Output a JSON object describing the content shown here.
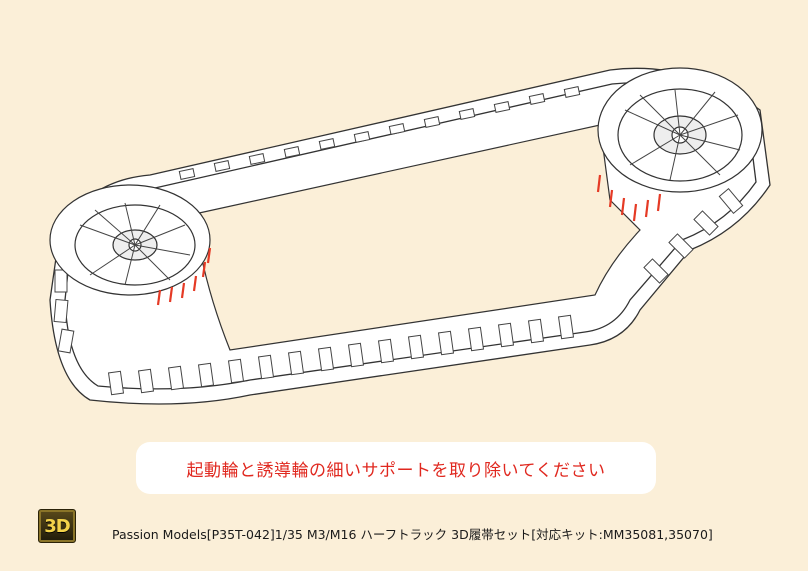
{
  "notice": {
    "text": "起動輪と誘導輪の細いサポートを取り除いてください"
  },
  "badge": {
    "text": "3D"
  },
  "caption": {
    "text": "Passion Models[P35T-042]1/35 M3/M16 ハーフトラック 3D履帯セット[対応キット:MM35081,35070]"
  },
  "colors": {
    "background": "#fbefd8",
    "notice_text": "#e0281f",
    "support_marks": "#e53a25",
    "line_art": "#333333"
  },
  "icons": {
    "badge": "3d-badge-icon"
  }
}
